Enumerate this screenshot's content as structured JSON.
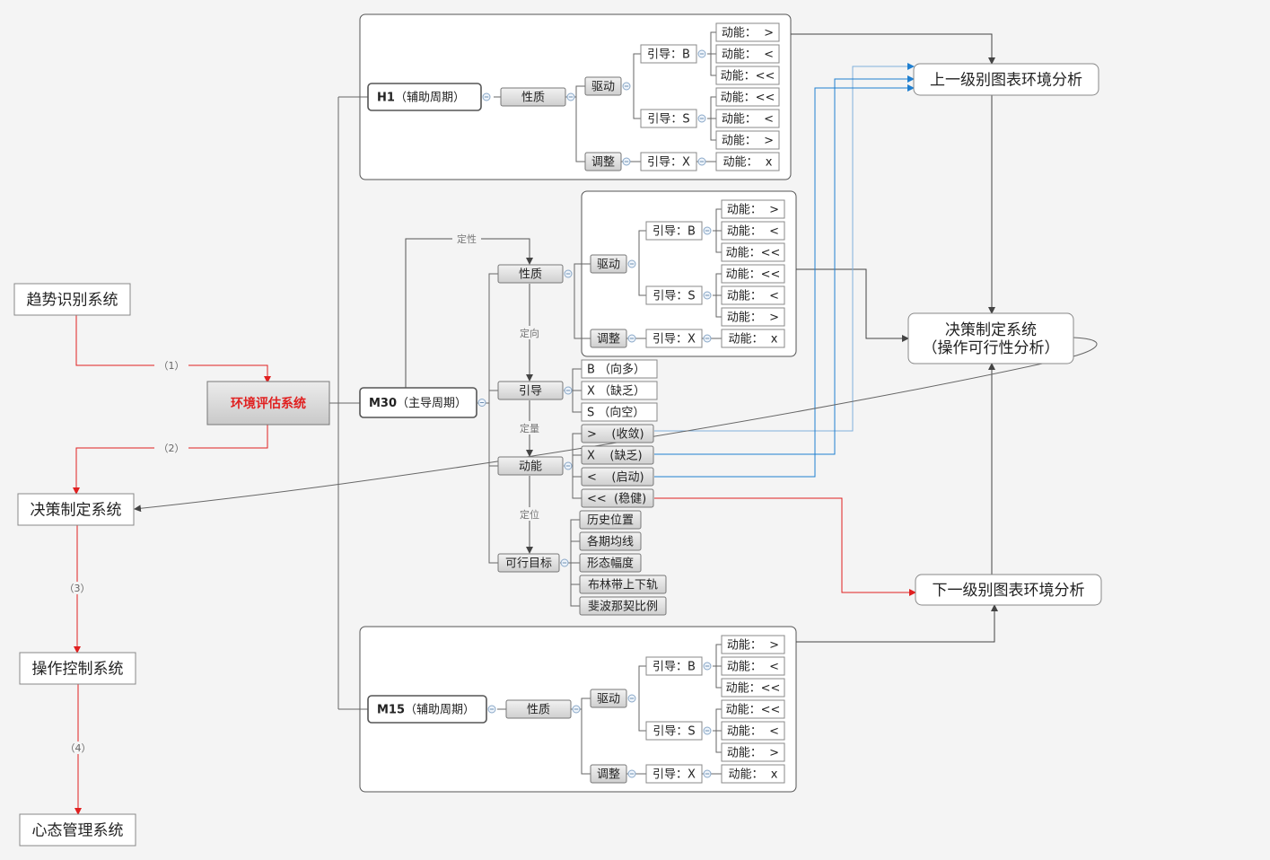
{
  "left_chain": {
    "trend": "趋势识别系统",
    "env": "环境评估系统",
    "decision": "决策制定系统",
    "operation": "操作控制系统",
    "mental": "心态管理系统",
    "steps": [
      "（1）",
      "（2）",
      "（3）",
      "（4）"
    ]
  },
  "cycles": {
    "h1": {
      "code": "H1",
      "label": "（辅助周期）"
    },
    "m30": {
      "code": "M30",
      "label": "（主导周期）"
    },
    "m15": {
      "code": "M15",
      "label": "（辅助周期）"
    }
  },
  "m30_branches": {
    "nature": "性质",
    "guide": "引导",
    "momentum": "动能",
    "target": "可行目标",
    "edges": {
      "qualitative": "定性",
      "direction": "定向",
      "quantity": "定量",
      "position": "定位"
    }
  },
  "sub": {
    "nature": "性质",
    "drive": "驱动",
    "adjust": "调整",
    "guide_b": "引导：B",
    "guide_s": "引导：S",
    "guide_x": "引导：X",
    "mom_gt": "动能：  >",
    "mom_lt": "动能：  <",
    "mom_ll": "动能：<<",
    "mom_x": "动能：  x"
  },
  "guide_values": [
    "B （向多）",
    "X （缺乏）",
    "S （向空）"
  ],
  "momentum_values": [
    ">    (收敛)",
    "X    (缺乏)",
    "<    (启动)",
    "<<  (稳健)"
  ],
  "target_values": [
    "历史位置",
    "各期均线",
    "形态幅度",
    "布林带上下轨",
    "斐波那契比例"
  ],
  "right": {
    "upper": "上一级别图表环境分析",
    "decision_line1": "决策制定系统",
    "decision_line2": "（操作可行性分析）",
    "lower": "下一级别图表环境分析"
  },
  "colors": {
    "red": "#e02020",
    "blue": "#1f7fd0",
    "line": "#555555",
    "env_text": "#e02020"
  }
}
